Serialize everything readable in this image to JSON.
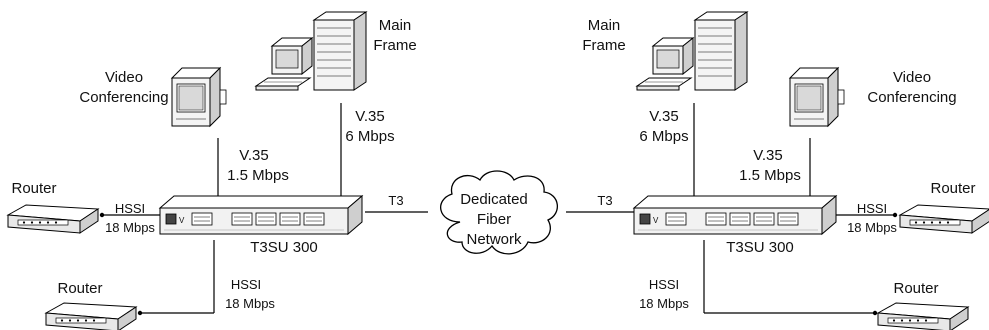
{
  "left": {
    "mainframe_label": [
      "Main",
      "Frame"
    ],
    "video_label": [
      "Video",
      "Conferencing"
    ],
    "v35_video_label": [
      "V.35",
      "1.5 Mbps"
    ],
    "v35_mainframe_label": [
      "V.35",
      "6 Mbps"
    ],
    "router_top_label": "Router",
    "hssi_top_label": [
      "HSSI",
      "18 Mbps"
    ],
    "router_bottom_label": "Router",
    "hssi_bottom_label": [
      "HSSI",
      "18 Mbps"
    ],
    "unit_label": "T3SU 300",
    "t3_label": "T3"
  },
  "cloud_label": [
    "Dedicated",
    "Fiber",
    "Network"
  ],
  "right": {
    "mainframe_label": [
      "Main",
      "Frame"
    ],
    "video_label": [
      "Video",
      "Conferencing"
    ],
    "v35_video_label": [
      "V.35",
      "1.5 Mbps"
    ],
    "v35_mainframe_label": [
      "V.35",
      "6 Mbps"
    ],
    "router_top_label": "Router",
    "hssi_top_label": [
      "HSSI",
      "18 Mbps"
    ],
    "router_bottom_label": "Router",
    "hssi_bottom_label": [
      "HSSI",
      "18 Mbps"
    ],
    "unit_label": "T3SU 300",
    "t3_label": "T3"
  }
}
